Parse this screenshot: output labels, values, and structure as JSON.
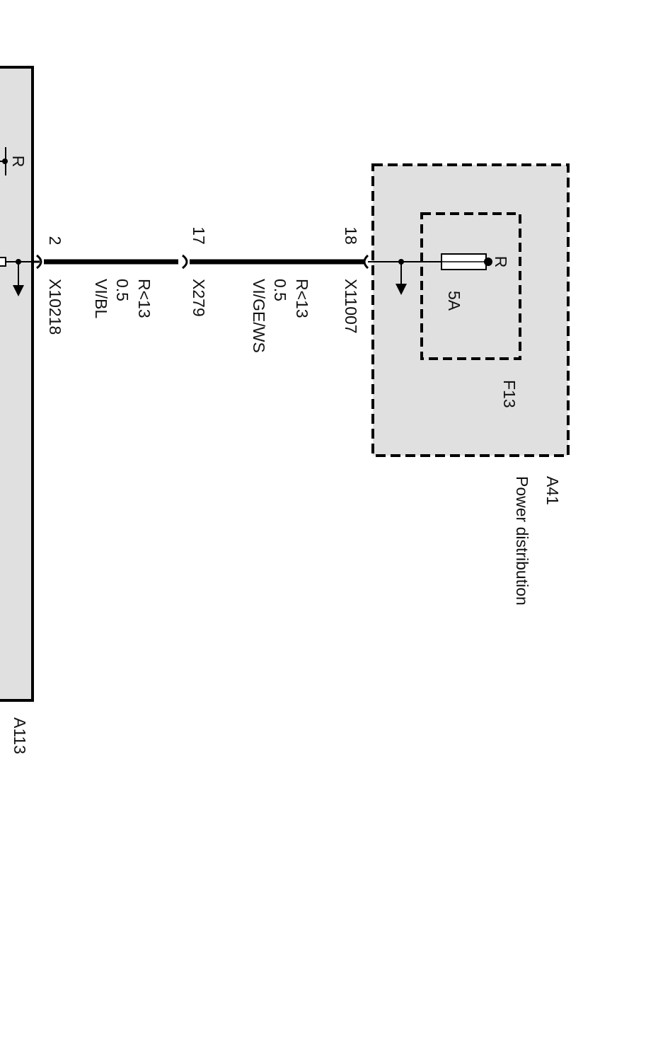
{
  "components": {
    "a113": {
      "id": "A113",
      "pin_label": "R",
      "fill": "#e0e0e0"
    },
    "a41": {
      "id": "A41",
      "description": "Power distribution",
      "fill": "#e0e0e0"
    },
    "f13": {
      "id": "F13",
      "rating": "5A",
      "pin_label": "R"
    }
  },
  "connectors": {
    "x10218": {
      "id": "X10218",
      "pin": "2"
    },
    "x279": {
      "id": "X279",
      "pin": "17"
    },
    "x11007": {
      "id": "X11007",
      "pin": "18"
    }
  },
  "wires": {
    "wire_1": {
      "signal": "R<13",
      "cross_section": "0.5",
      "color_code": "VI/BL"
    },
    "wire_2": {
      "signal": "R<13",
      "cross_section": "0.5",
      "color_code": "VI/GE/WS"
    }
  },
  "colors": {
    "line": "#000000",
    "component_fill": "#e0e0e0",
    "background": "#ffffff"
  }
}
